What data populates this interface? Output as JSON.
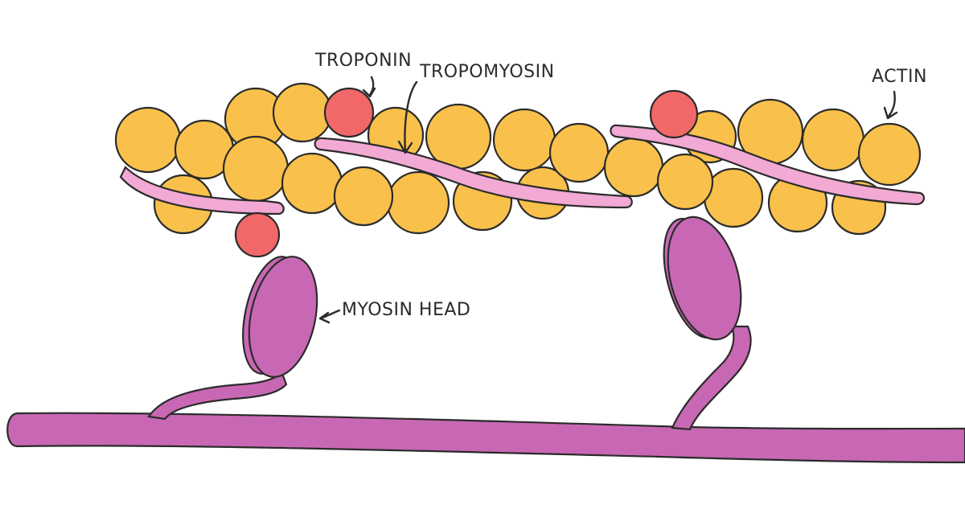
{
  "labels": {
    "troponin": "TROPONIN",
    "tropomyosin": "TROPOMYOSIN",
    "actin": "ACTIN",
    "myosin_head": "MYOSIN HEAD"
  },
  "colors": {
    "actin": "#f9c14b",
    "tropomyosin": "#f2a9d4",
    "troponin": "#f26868",
    "myosin": "#c868b4",
    "outline": "#2b2b2b",
    "background": "#ffffff"
  }
}
